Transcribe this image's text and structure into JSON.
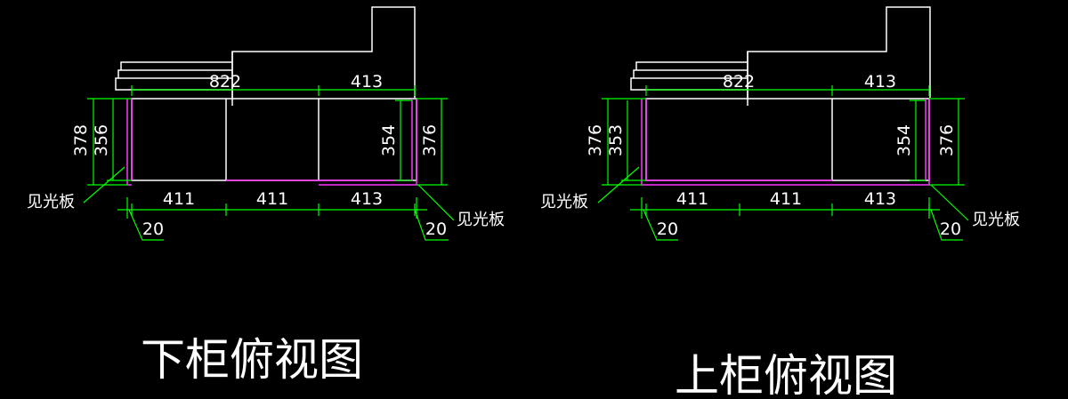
{
  "drawings": [
    {
      "title": "下柜俯视图",
      "top_dims": [
        "822",
        "413"
      ],
      "bottom_dims": [
        "411",
        "411",
        "413"
      ],
      "left_outer": "378",
      "left_inner": "356",
      "right_inner": "354",
      "right_outer": "376",
      "side_gap_left": "20",
      "side_gap_right": "20",
      "label_left": "见光板",
      "label_right": "见光板"
    },
    {
      "title": "上柜俯视图",
      "top_dims": [
        "822",
        "413"
      ],
      "bottom_dims": [
        "411",
        "411",
        "413"
      ],
      "left_outer": "376",
      "left_inner": "353",
      "right_inner": "354",
      "right_outer": "376",
      "side_gap_left": "20",
      "side_gap_right": "20",
      "label_left": "见光板",
      "label_right": "见光板"
    }
  ],
  "colors": {
    "background": "#000000",
    "outline": "#ffffff",
    "dimension": "#00ff00",
    "panel": "#ff33ff",
    "text": "#ffffff"
  }
}
